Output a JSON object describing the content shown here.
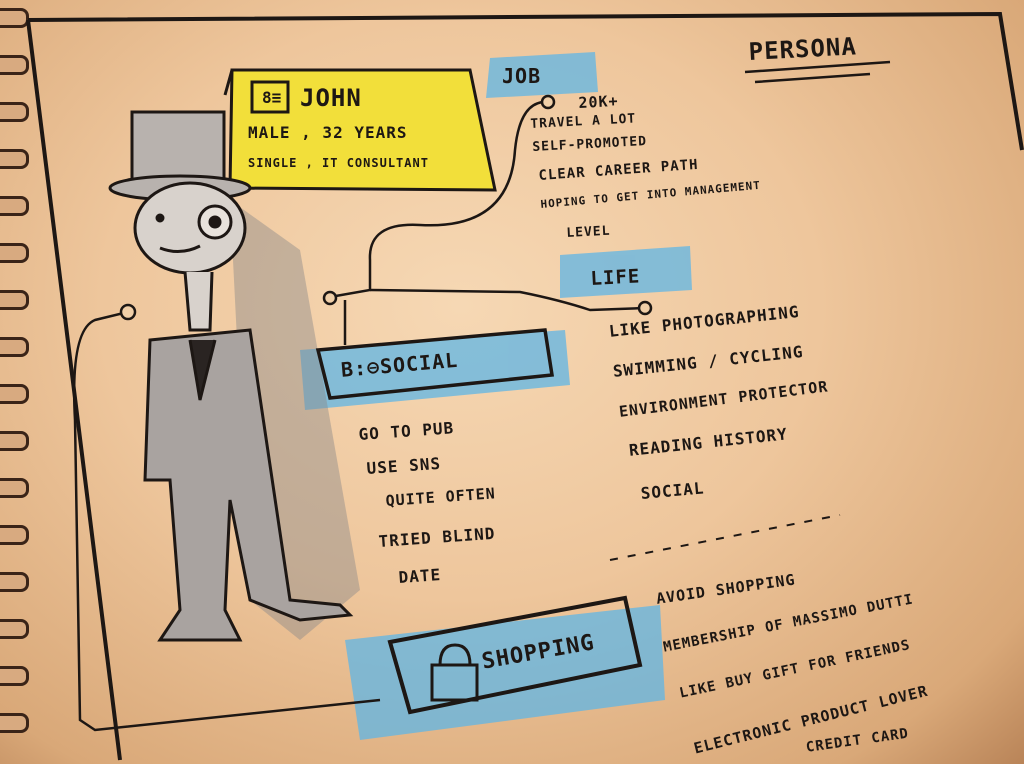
{
  "header": {
    "title": "PERSONA"
  },
  "profile": {
    "name": "JOHN",
    "line1": "MALE , 32 YEARS",
    "line2": "SINGLE , IT CONSULTANT"
  },
  "sections": {
    "job": {
      "label": "JOB",
      "items": [
        "20K+",
        "TRAVEL A LOT",
        "SELF-PROMOTED",
        "CLEAR CAREER PATH",
        "HOPING TO GET INTO MANAGEMENT",
        "LEVEL"
      ]
    },
    "life": {
      "label": "LIFE",
      "items": [
        "LIKE PHOTOGRAPHING",
        "SWIMMING / CYCLING",
        "ENVIRONMENT PROTECTOR",
        "READING HISTORY",
        "SOCIAL"
      ]
    },
    "social": {
      "label": "SOCIAL",
      "items": [
        "GO TO PUB",
        "USE SNS",
        "QUITE OFTEN",
        "TRIED BLIND",
        "DATE"
      ]
    },
    "shopping": {
      "label": "SHOPPING",
      "items": [
        "AVOID SHOPPING",
        "MEMBERSHIP OF MASSIMO DUTTI",
        "LIKE BUY GIFT FOR FRIENDS",
        "ELECTRONIC PRODUCT LOVER",
        "CREDIT CARD"
      ]
    }
  },
  "icons": [
    "top-hat-figure-icon",
    "id-card-icon",
    "social-icon",
    "lock-icon"
  ],
  "colors": {
    "highlight_yellow": "#f2df3a",
    "highlight_blue": "#5fb5e6",
    "ink": "#1d1714",
    "paper": "#f0cfa8"
  }
}
